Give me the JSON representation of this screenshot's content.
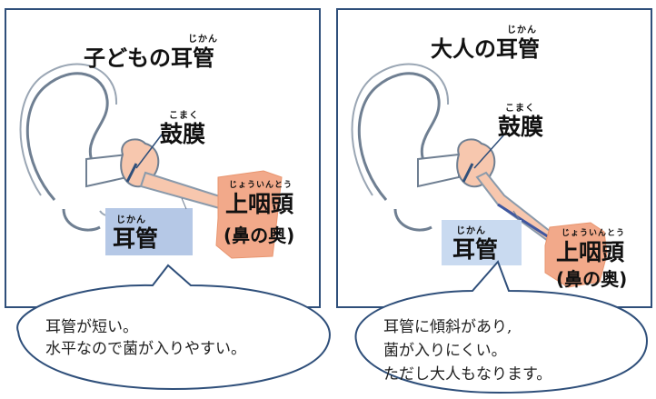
{
  "left": {
    "title": "子どもの耳管",
    "title_ruby": "じかん",
    "eardrum_label": "鼓膜",
    "eardrum_ruby": "こまく",
    "tube_label": "耳管",
    "tube_ruby": "じかん",
    "nasopharynx_label": "上咽頭",
    "nasopharynx_ruby": "じょういんとう",
    "nasopharynx_sub": "(鼻の奥)",
    "speech": [
      "耳管が短い。",
      "水平なので菌が入りやすい。"
    ]
  },
  "right": {
    "title": "大人の耳管",
    "title_ruby": "じかん",
    "eardrum_label": "鼓膜",
    "eardrum_ruby": "こまく",
    "tube_label": "耳管",
    "tube_ruby": "じかん",
    "nasopharynx_label": "上咽頭",
    "nasopharynx_ruby": "じょういんとう",
    "nasopharynx_sub": "(鼻の奥)",
    "speech": [
      "耳管に傾斜があり,",
      "菌が入りにくい。",
      "ただし大人もなります。"
    ]
  },
  "colors": {
    "panel_border": "#2f4f7a",
    "tube_fill": "#f7c7ae",
    "nasopharynx_fill": "#f2a98a",
    "label_box": "#b5c8e6",
    "ear_outline": "#6f7f92",
    "bubble_border": "#2f4f7a"
  }
}
